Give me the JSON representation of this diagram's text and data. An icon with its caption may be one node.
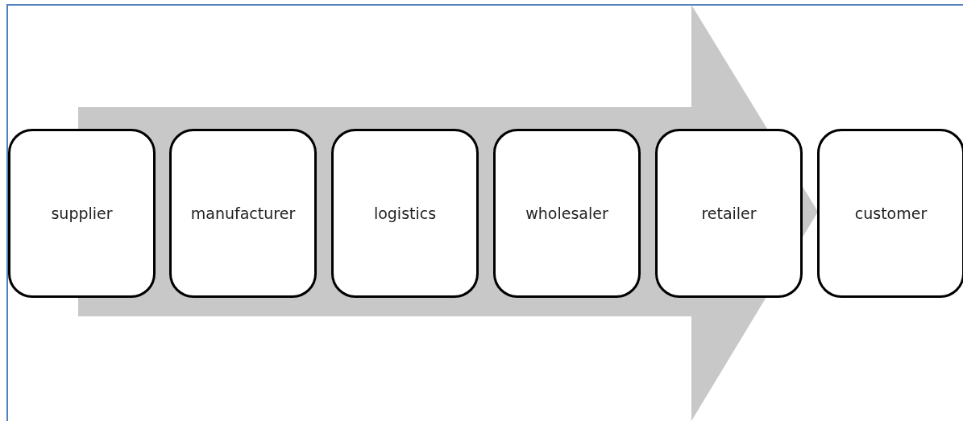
{
  "diagram": {
    "nodes": [
      {
        "text": [
          "supplier"
        ]
      },
      {
        "text": [
          "manufacturer"
        ]
      },
      {
        "text": [
          "logistics"
        ]
      },
      {
        "text": [
          "wholesaler"
        ]
      },
      {
        "text": [
          "retailer"
        ]
      },
      {
        "text": [
          "customer"
        ]
      }
    ]
  }
}
